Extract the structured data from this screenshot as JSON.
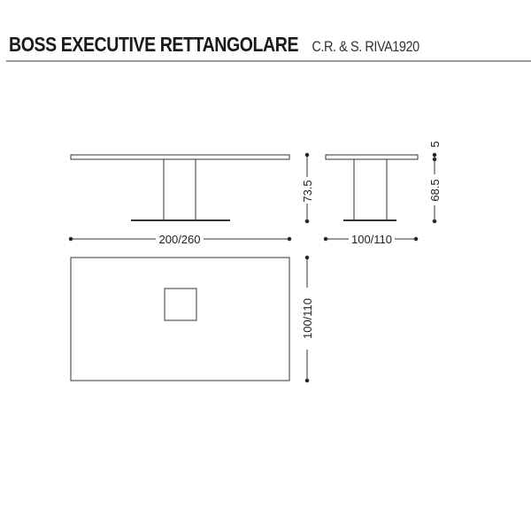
{
  "header": {
    "title": "BOSS EXECUTIVE RETTANGOLARE",
    "brand": "C.R. & S. RIVA1920"
  },
  "dimensions": {
    "length": "200/260",
    "width_side": "100/110",
    "width_plan": "100/110",
    "height_total": "73.5",
    "top_thickness": "5",
    "height_under_top": "68.5"
  }
}
